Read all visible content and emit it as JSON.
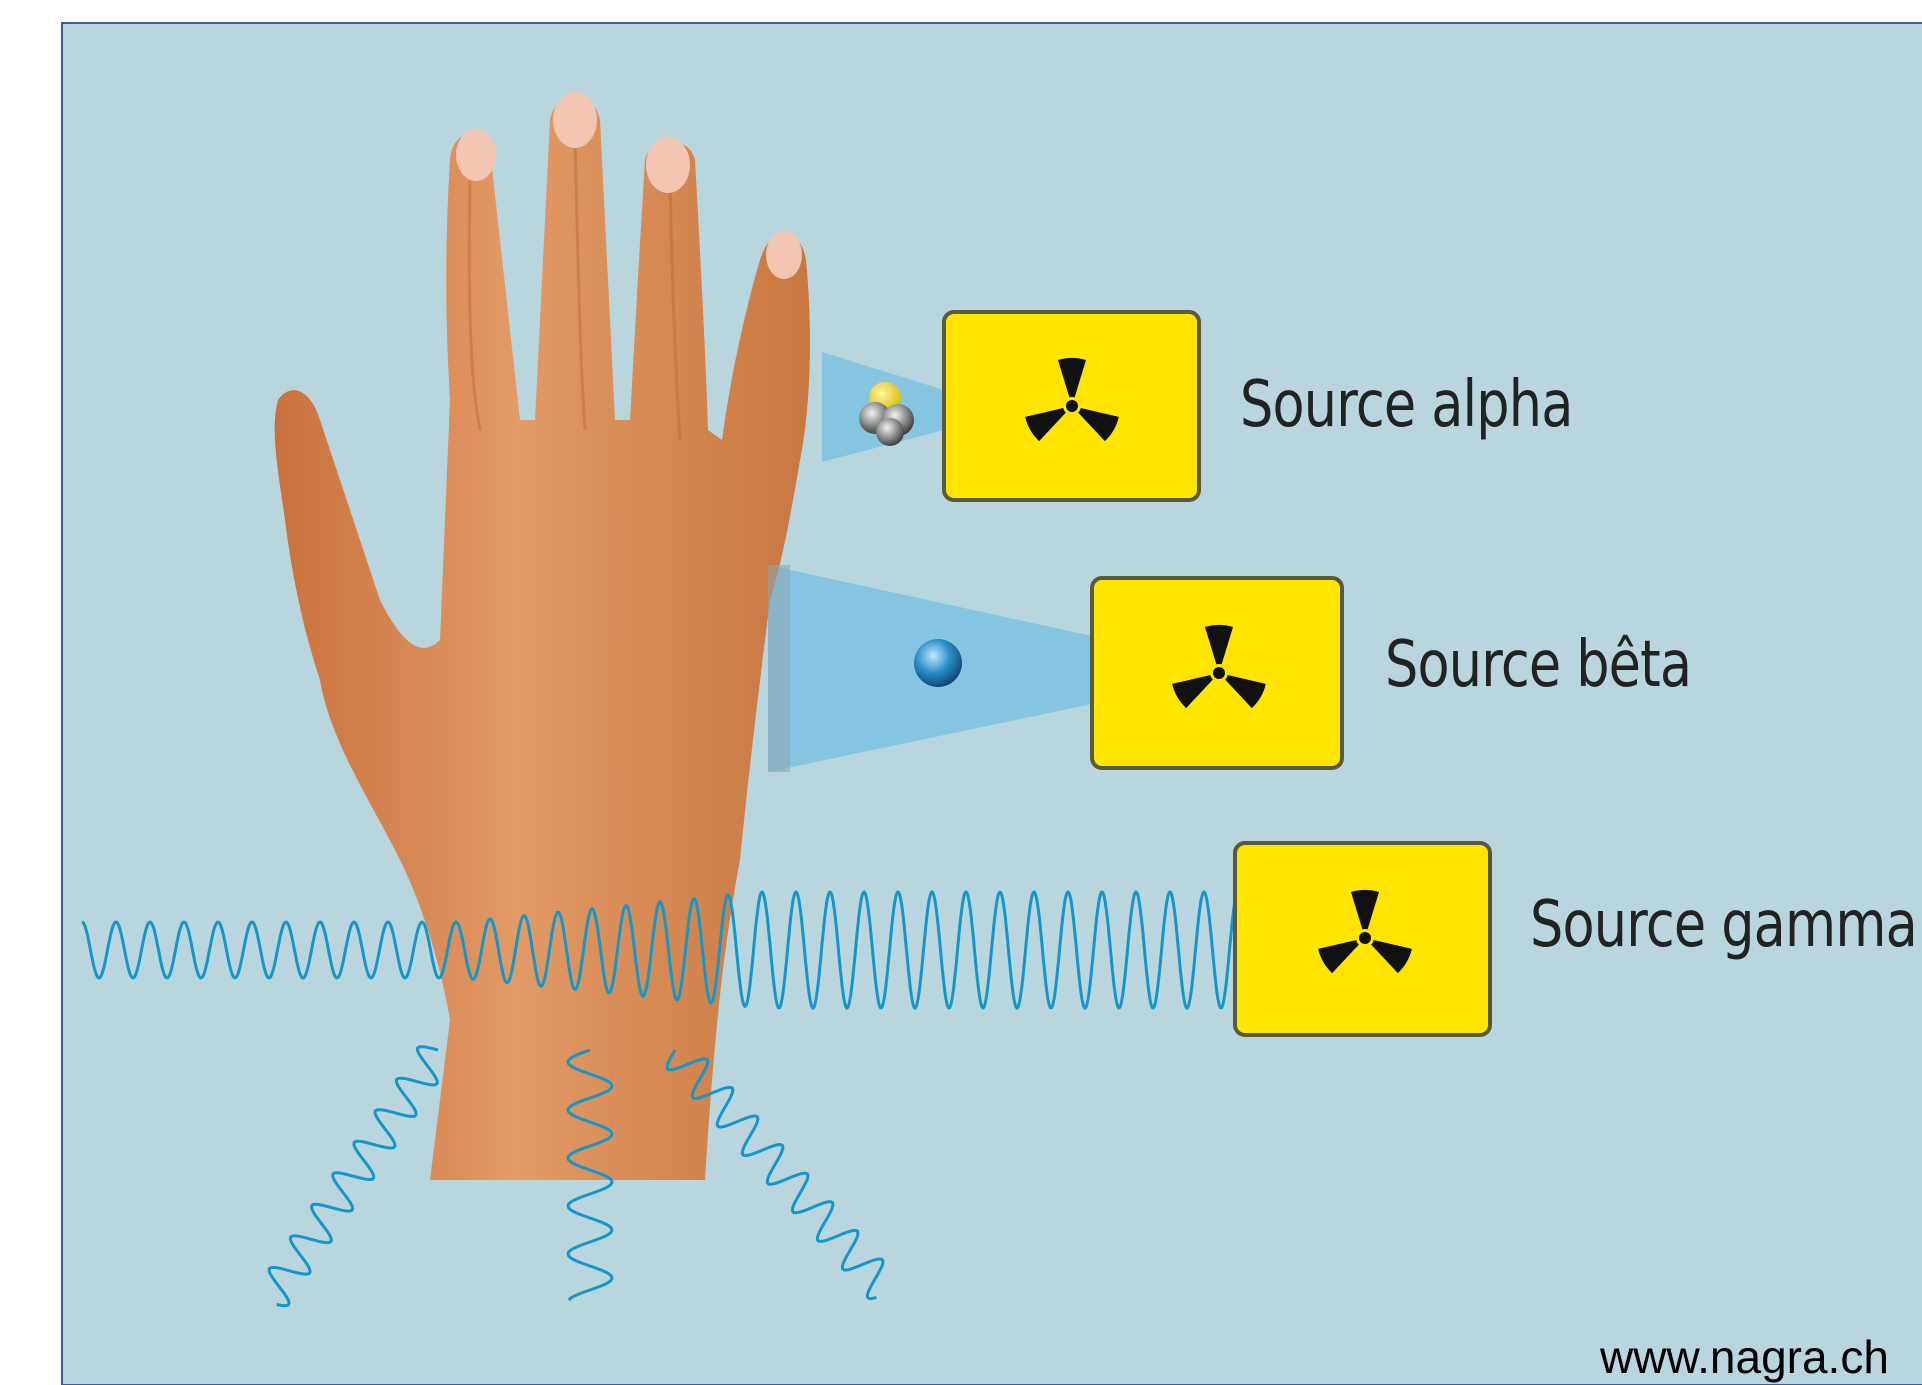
{
  "sources": [
    {
      "id": "alpha",
      "label": "Source alpha"
    },
    {
      "id": "beta",
      "label": "Source bêta"
    },
    {
      "id": "gamma",
      "label": "Source gamma"
    }
  ],
  "credit": "www.nagra.ch",
  "icons": {
    "source_box": "radiation-trefoil-icon",
    "alpha_particle": "alpha-particle-icon",
    "beta_particle": "beta-particle-icon",
    "gamma_wave": "gamma-wave-icon"
  },
  "colors": {
    "background": "#b9d6df",
    "frame": "#3f5a9a",
    "warning_yellow": "#ffe500",
    "trefoil": "#111111",
    "wave": "#1596c8",
    "beam": "#7cc2e3",
    "skin": "#d98a56"
  }
}
